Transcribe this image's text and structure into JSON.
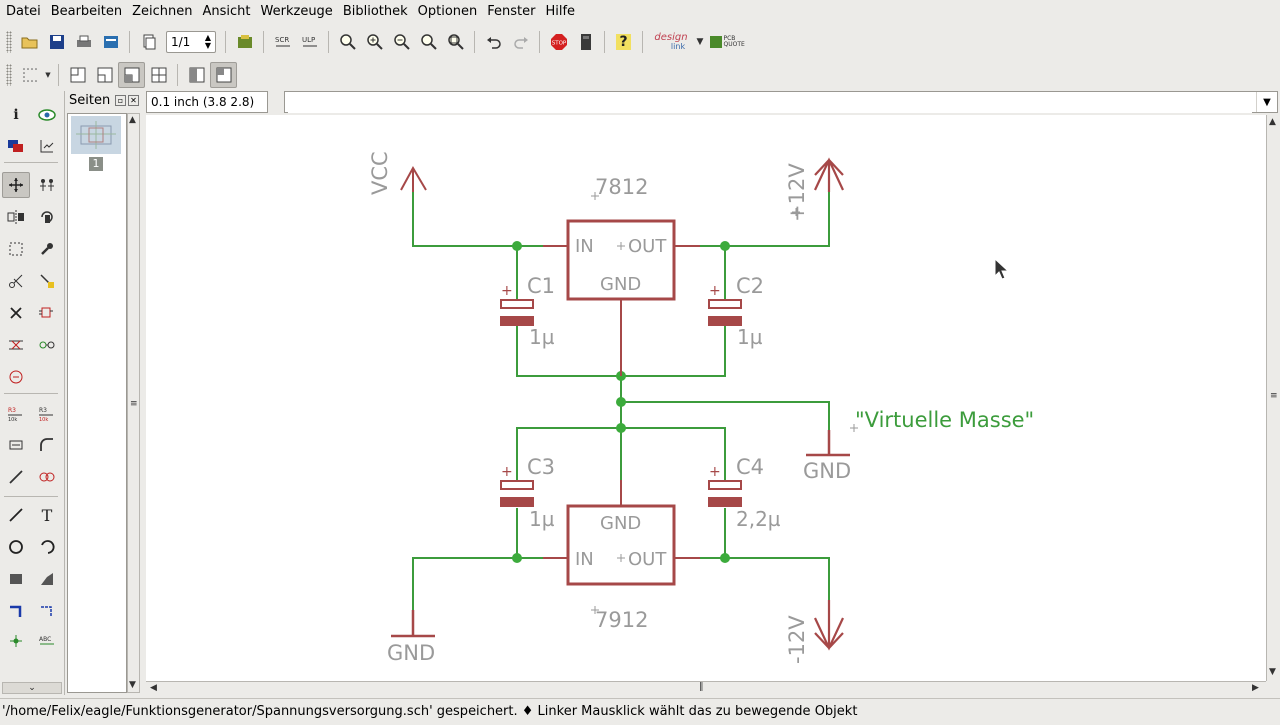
{
  "menu": [
    "Datei",
    "Bearbeiten",
    "Zeichnen",
    "Ansicht",
    "Werkzeuge",
    "Bibliothek",
    "Optionen",
    "Fenster",
    "Hilfe"
  ],
  "toolbar": {
    "sheet_selector": "1/1",
    "designlink_text": "design",
    "designlink_sub": "link",
    "pcb_quote": "PCB QUOTE",
    "stop_text": "STOP",
    "help_glyph": "?"
  },
  "coords": "0.1 inch (3.8 2.8)",
  "command_input": {
    "value": "",
    "placeholder": ""
  },
  "pages_panel": {
    "title": "Seiten",
    "pages": [
      "1"
    ]
  },
  "schematic": {
    "supplies": {
      "vcc": "VCC",
      "p12": "+12V",
      "m12": "-12V",
      "gnd": "GND"
    },
    "u1": {
      "name": "7812",
      "in": "IN",
      "out": "OUT",
      "gnd": "GND"
    },
    "u2": {
      "name": "7912",
      "in": "IN",
      "out": "OUT",
      "gnd": "GND"
    },
    "caps": [
      {
        "name": "C1",
        "value": "1µ"
      },
      {
        "name": "C2",
        "value": "1µ"
      },
      {
        "name": "C3",
        "value": "1µ"
      },
      {
        "name": "C4",
        "value": "2,2µ"
      }
    ],
    "net_label": "\"Virtuelle Masse\"",
    "plus": "+"
  },
  "status": "'/home/Felix/eagle/Funktionsgenerator/Spannungsversorgung.sch' gespeichert.  ♦ Linker Mausklick wählt das zu bewegende Objekt",
  "colors": {
    "wire": "#3c9c3c",
    "symbol": "#a64848",
    "text": "#9a9a9a",
    "junction": "#3cab3c"
  }
}
